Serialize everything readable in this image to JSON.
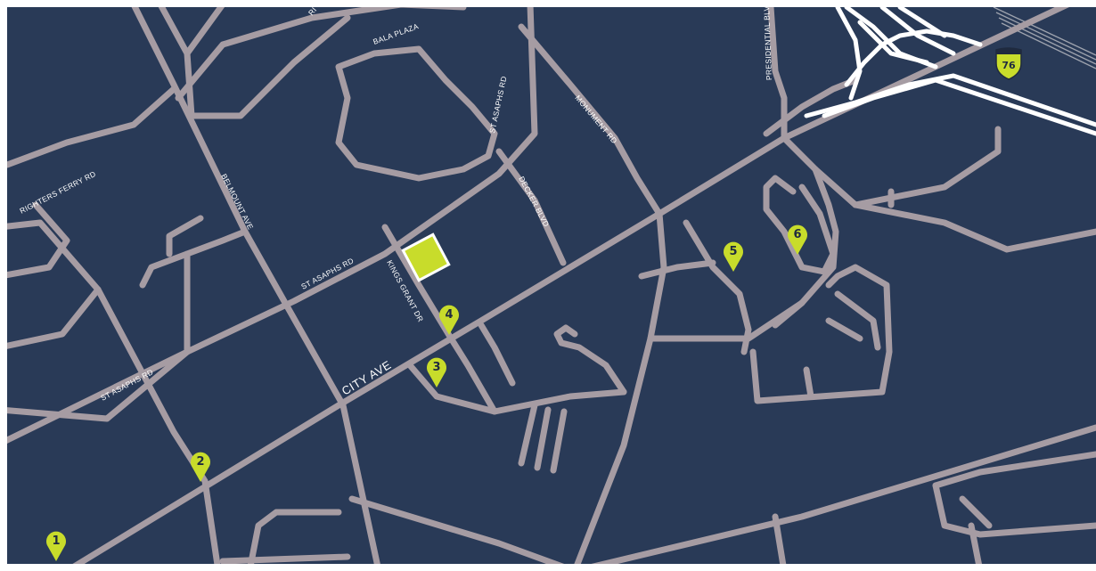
{
  "colors": {
    "background": "#293a57",
    "road": "#a69ca3",
    "highway": "#ffffff",
    "rail": "#9ea3ae",
    "marker": "#c8dc2b",
    "marker_text": "#1f2a3f",
    "label": "#ffffff",
    "frame": "#ffffff"
  },
  "streets": {
    "richters_ferry": "RIGHTERS FERRY RD",
    "belmount": "BELMOUNT AVE",
    "bala_plaza": "BALA PLAZA",
    "st_asaphs_upper": "ST ASAPHS RD",
    "st_asaphs_mid": "ST ASAPHS RD",
    "st_asaphs_lower": "ST ASAPHS RD",
    "monument": "MONUMENT RD",
    "decker": "DECKER BLVD",
    "kings_grant": "KINGS GRANT DR",
    "city_ave": "CITY AVE",
    "presidential": "PRESIDENTIAL BLVD",
    "partial_top": "RI"
  },
  "highway_shield": {
    "number": "76",
    "icon": "interstate-shield-icon"
  },
  "markers": [
    {
      "number": "1"
    },
    {
      "number": "2"
    },
    {
      "number": "3"
    },
    {
      "number": "4"
    },
    {
      "number": "5"
    },
    {
      "number": "6"
    }
  ],
  "site_marker": {
    "icon": "property-square-icon"
  }
}
